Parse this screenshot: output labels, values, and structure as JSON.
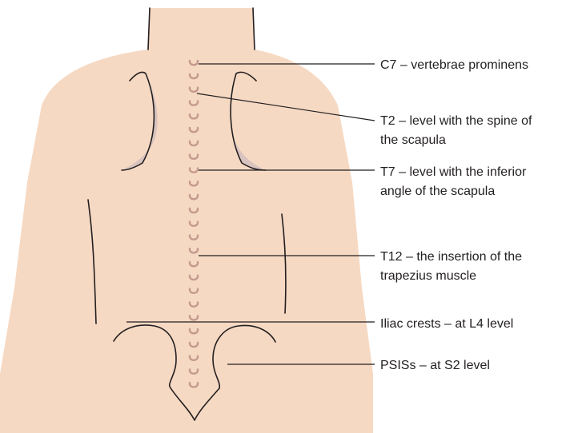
{
  "labels": {
    "c7": "C7 – vertebrae prominens",
    "t2_line1": "T2 – level with the spine of",
    "t2_line2": "the scapula",
    "t7_line1": "T7 – level with the inferior",
    "t7_line2": "angle of the scapula",
    "t12_line1": "T12 – the insertion of the",
    "t12_line2": "trapezius muscle",
    "iliac": "Iliac crests – at L4 level",
    "psis": "PSISs – at S2 level"
  },
  "colors": {
    "skin": "#f6d9c3",
    "vertebra": "#c49a8e",
    "scapula_shadow": "#d9c3bf",
    "outline": "#231f20"
  }
}
